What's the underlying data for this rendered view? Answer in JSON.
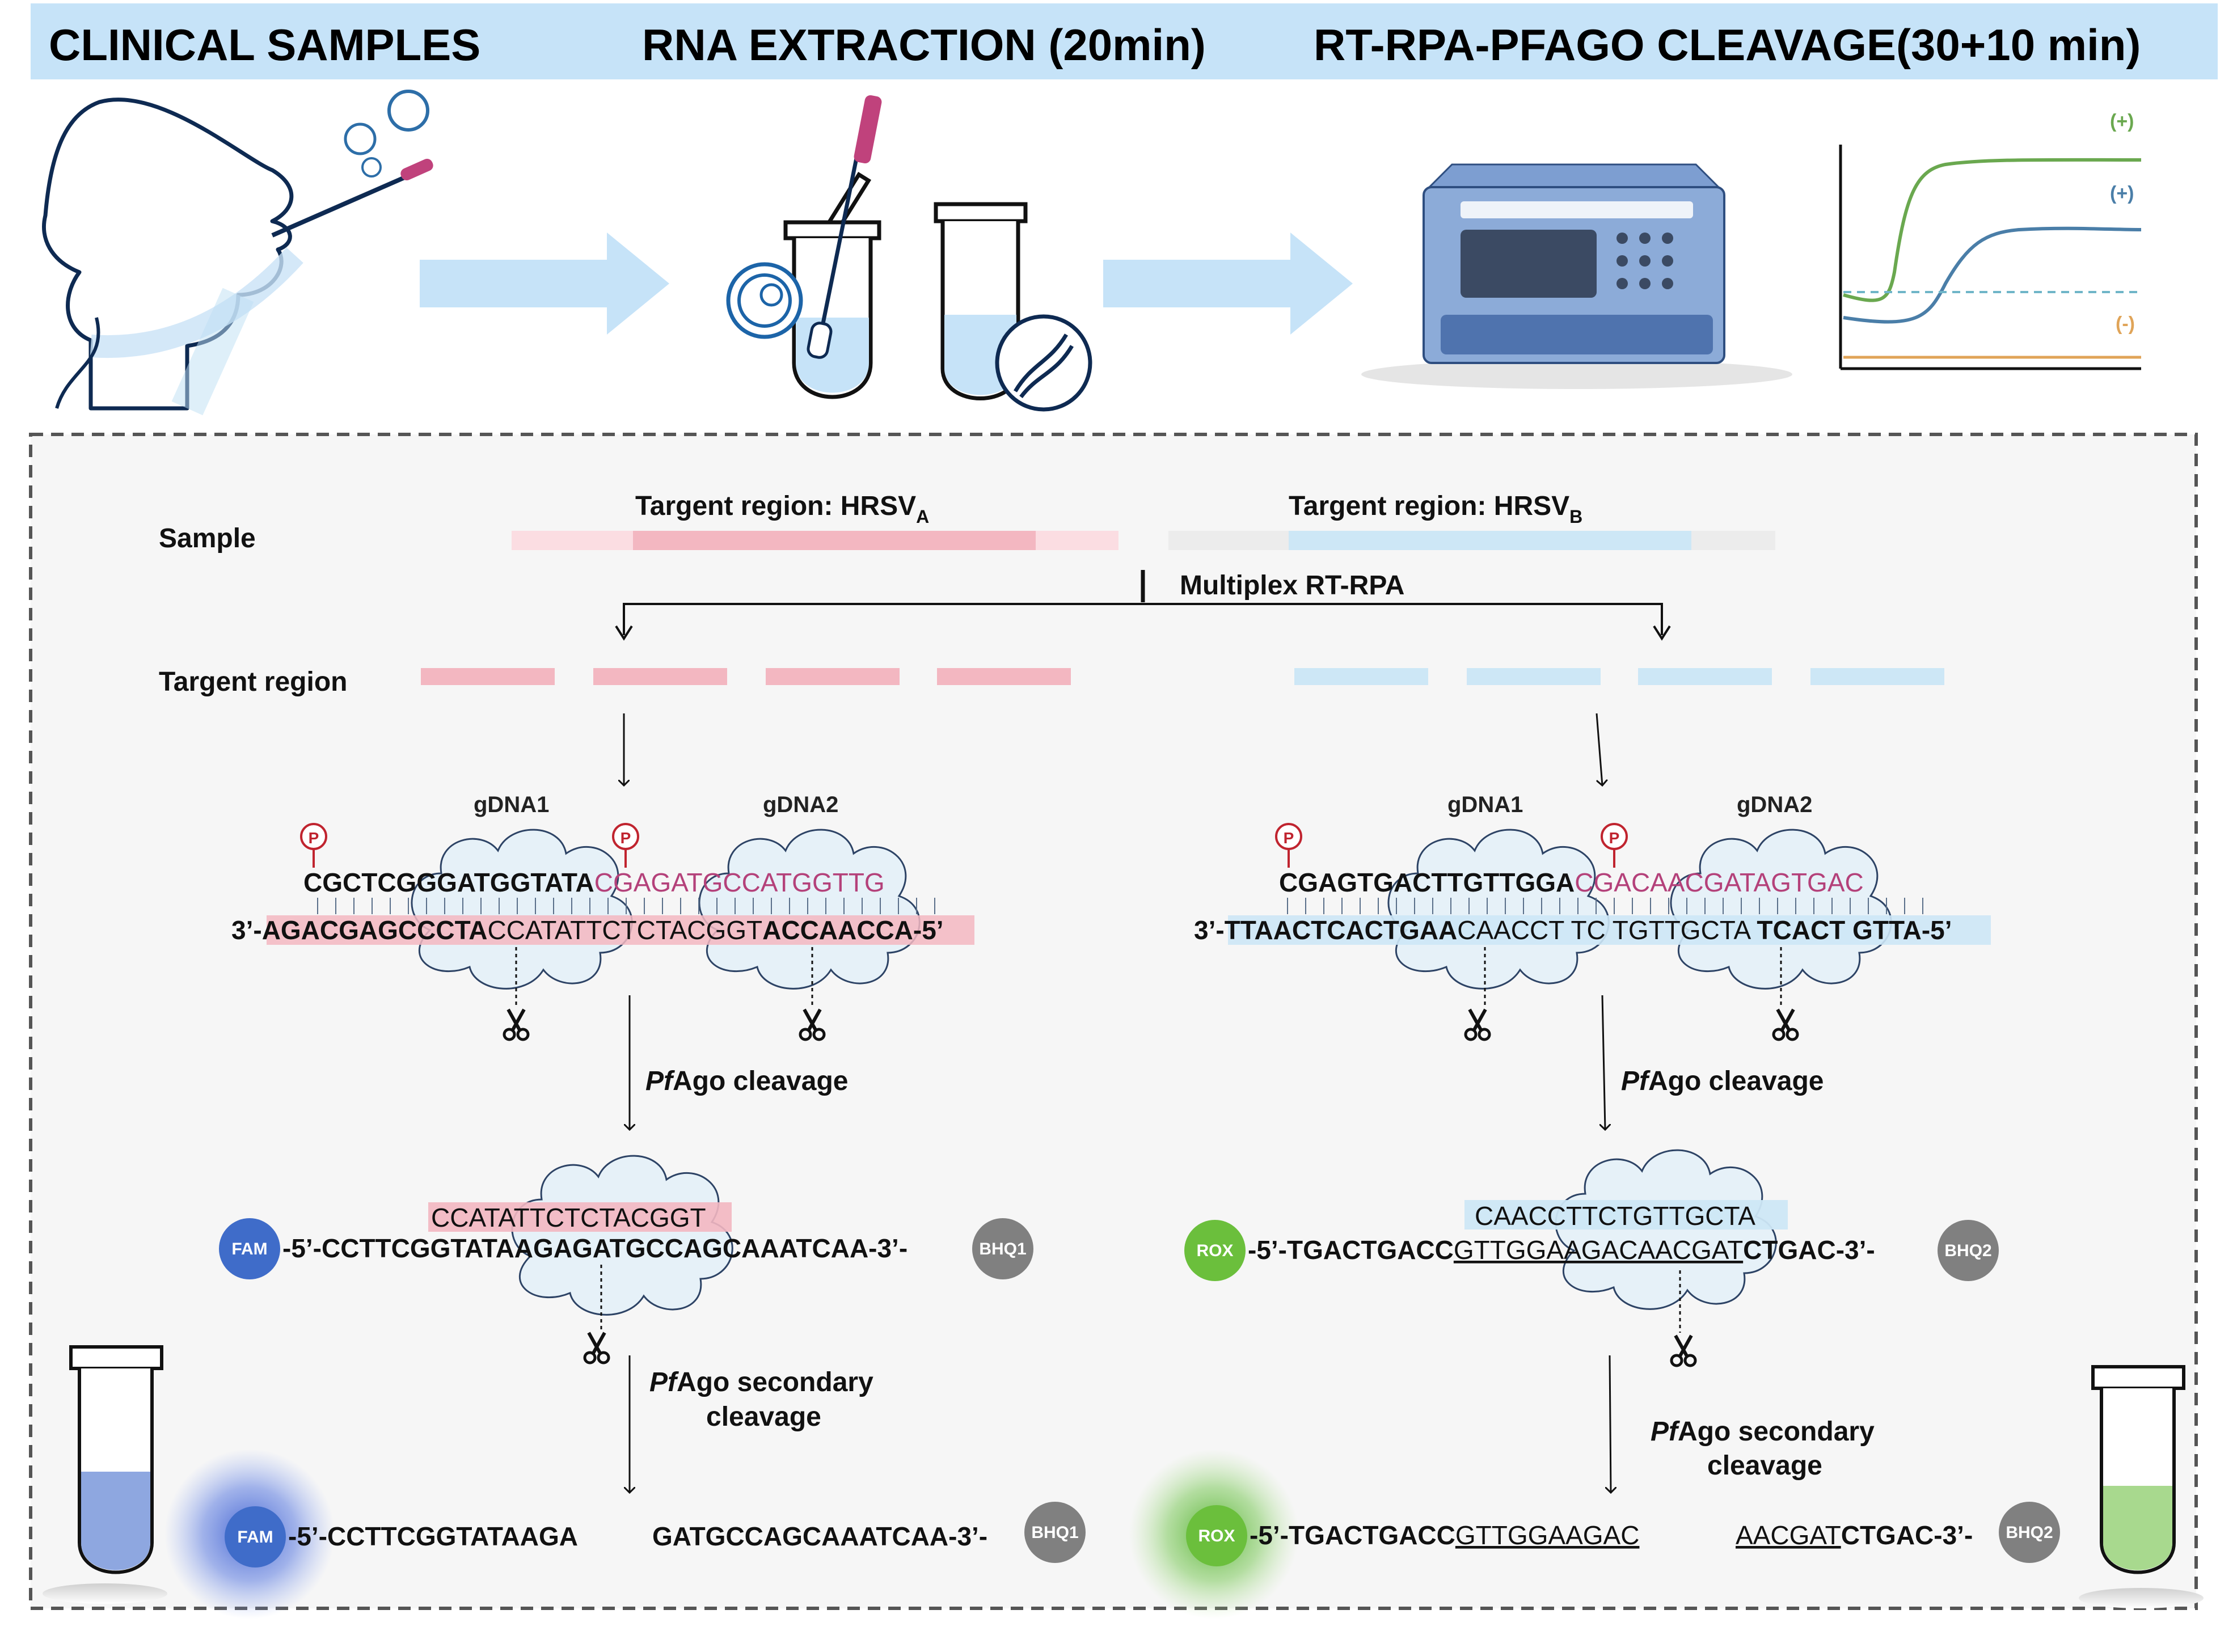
{
  "header": {
    "step1": "CLINICAL SAMPLES",
    "step2": "RNA EXTRACTION (20min)",
    "step3": "RT-RPA-PFAGO  CLEAVAGE(30+10 min)"
  },
  "plot": {
    "labels": [
      "(+)",
      "(+)",
      "(-)"
    ],
    "colors": [
      "#6aa84f",
      "#4a7ea8",
      "#e0a458"
    ]
  },
  "workflow": {
    "sample_label": "Sample",
    "region_a_prefix": "Targent  region: HRSV",
    "region_a_sub": "A",
    "region_b_prefix": "Targent  region: HRSV",
    "region_b_sub": "B",
    "multiplex": "Multiplex RT-RPA",
    "target_region_label": "Targent  region",
    "gdna1": "gDNA1",
    "gdna2": "gDNA2",
    "phosphate": "P",
    "cleavage_italic": "Pf",
    "cleavage_rest": "Ago cleavage",
    "secondary_italic": "Pf",
    "secondary_rest": "Ago secondary",
    "secondary_line2": "cleavage"
  },
  "left": {
    "guide_black": "CGCTCGGGATGGTATA",
    "guide_magenta": "CGAGATGCCATGGTTG",
    "target_prefix": "3’-",
    "target_bold1": "AGACGAGCCCTA",
    "target_mid": "CCATATTCTCTACGGT",
    "target_bold2": "ACCAACCA",
    "target_suffix": "-5’",
    "product": "CCATATTCTCTACGGT",
    "reporter_dye": "FAM",
    "reporter_seq": "-5’-CCTTCGGTATAAGAGATGCCAGCAAATCAA-3’-",
    "quencher": "BHQ1",
    "frag1": "-5’-CCTTCGGTATAAGA",
    "frag2": "GATGCCAGCAAATCAA-3’-"
  },
  "right": {
    "guide_black": "CGAGTGACTTGTTGGA",
    "guide_magenta": "CGACAACGATAGTGAC",
    "target_prefix": "3’-",
    "target_bold1": "TTAACTCACTGAA",
    "target_mid": "CAACCT TC TGTTGCTA ",
    "target_bold2": "TCACT GTTA",
    "target_suffix": "-5’",
    "product": "CAACCTTCTGTTGCTA",
    "reporter_dye": "ROX",
    "reporter_pre": "-5’-TGACTGACC",
    "reporter_ul": "GTTGGAAGACAACGAT",
    "reporter_post": "CTGAC-3’-",
    "quencher": "BHQ2",
    "frag1_pre": "-5’-TGACTGACC",
    "frag1_ul": "GTTGGAAGAC",
    "frag2_ul": "AACGAT",
    "frag2_post": "CTGAC-3’-"
  }
}
